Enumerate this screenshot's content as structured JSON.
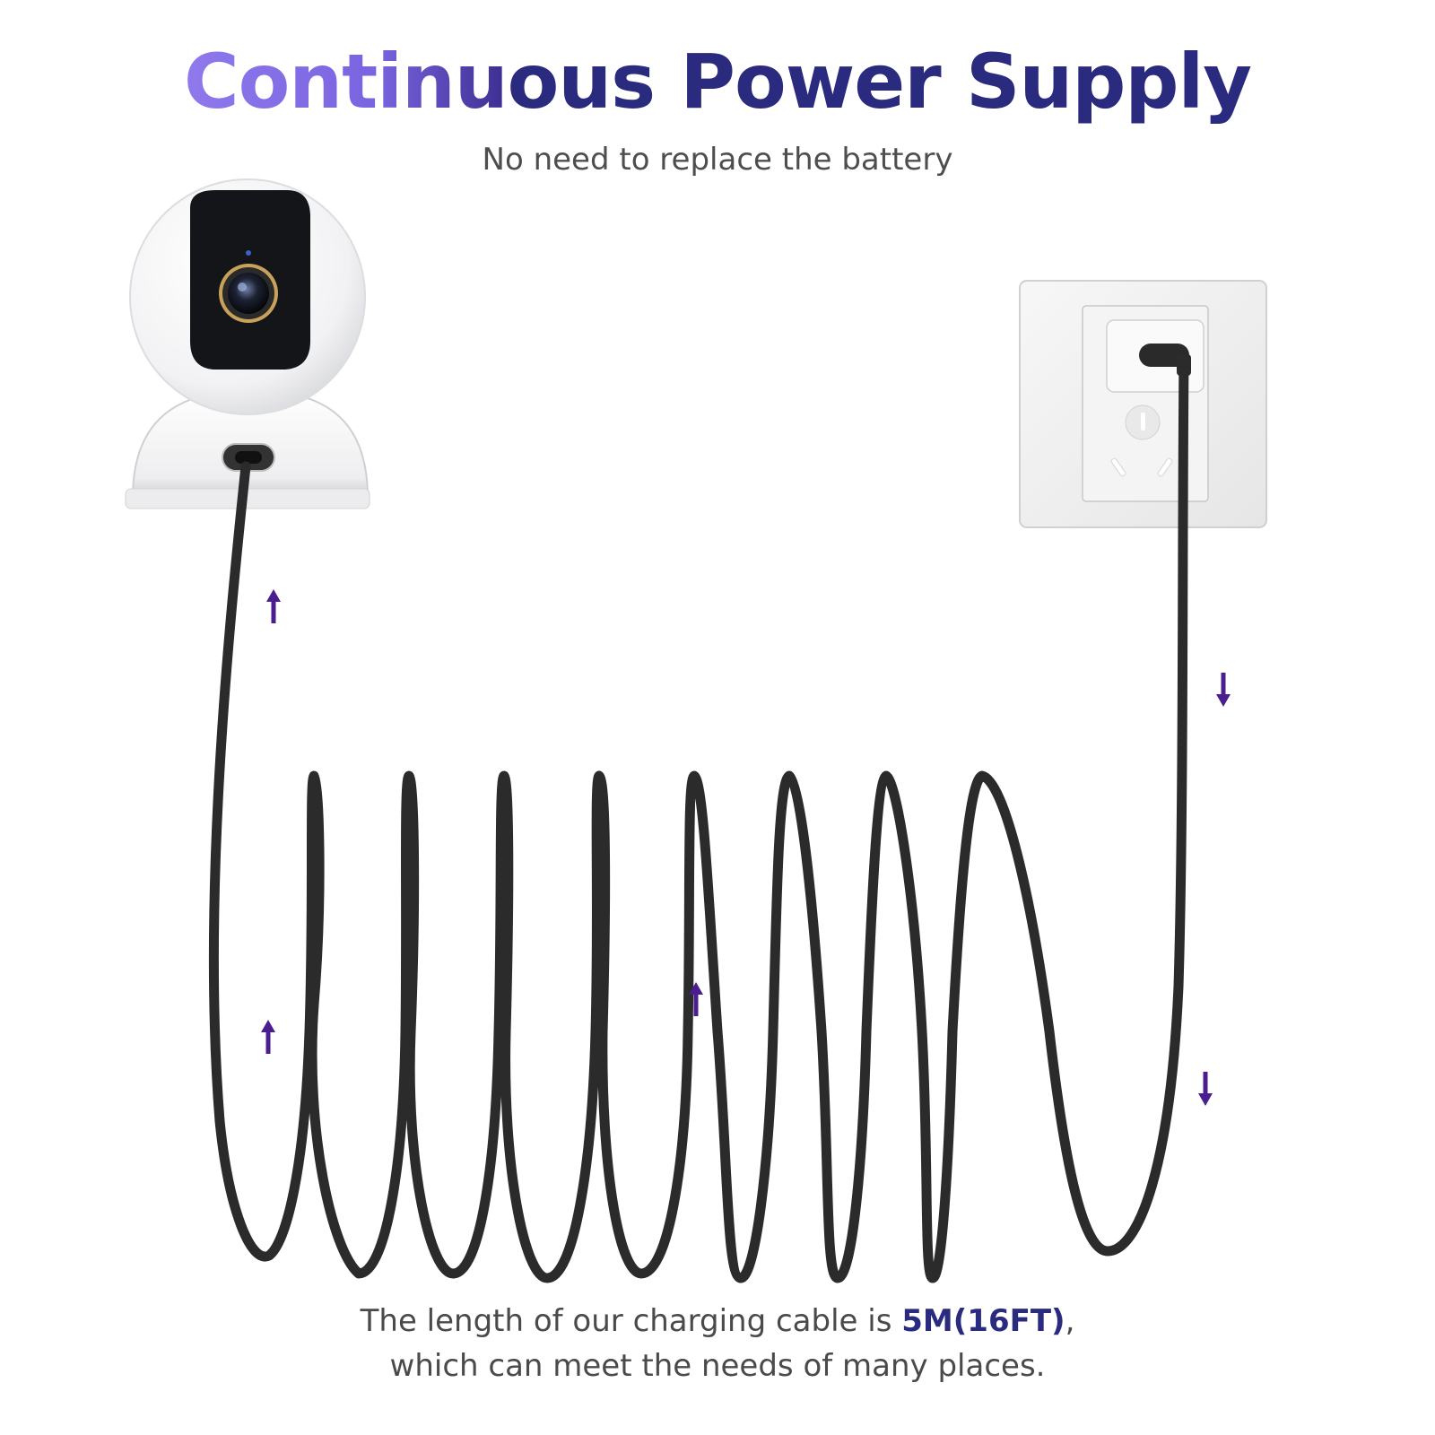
{
  "header": {
    "title_light": "Continu",
    "title_dark": "ous Power Supply",
    "subtitle": "No need to replace the battery"
  },
  "caption": {
    "line1_prefix": "The length of our charging cable is ",
    "line1_highlight": "5M(16FT)",
    "line1_suffix": ",",
    "line2": "which can meet the needs of many places."
  },
  "icons": {
    "camera": "security-camera-icon",
    "socket": "wall-socket-icon",
    "cable": "charging-cable-icon",
    "arrow_up": "arrow-up-icon",
    "arrow_down": "arrow-down-icon"
  },
  "colors": {
    "title_dark": "#2a2a7e",
    "title_light": "#8a76ea",
    "arrow": "#4b1e8f",
    "cable": "#2b2b2b"
  }
}
